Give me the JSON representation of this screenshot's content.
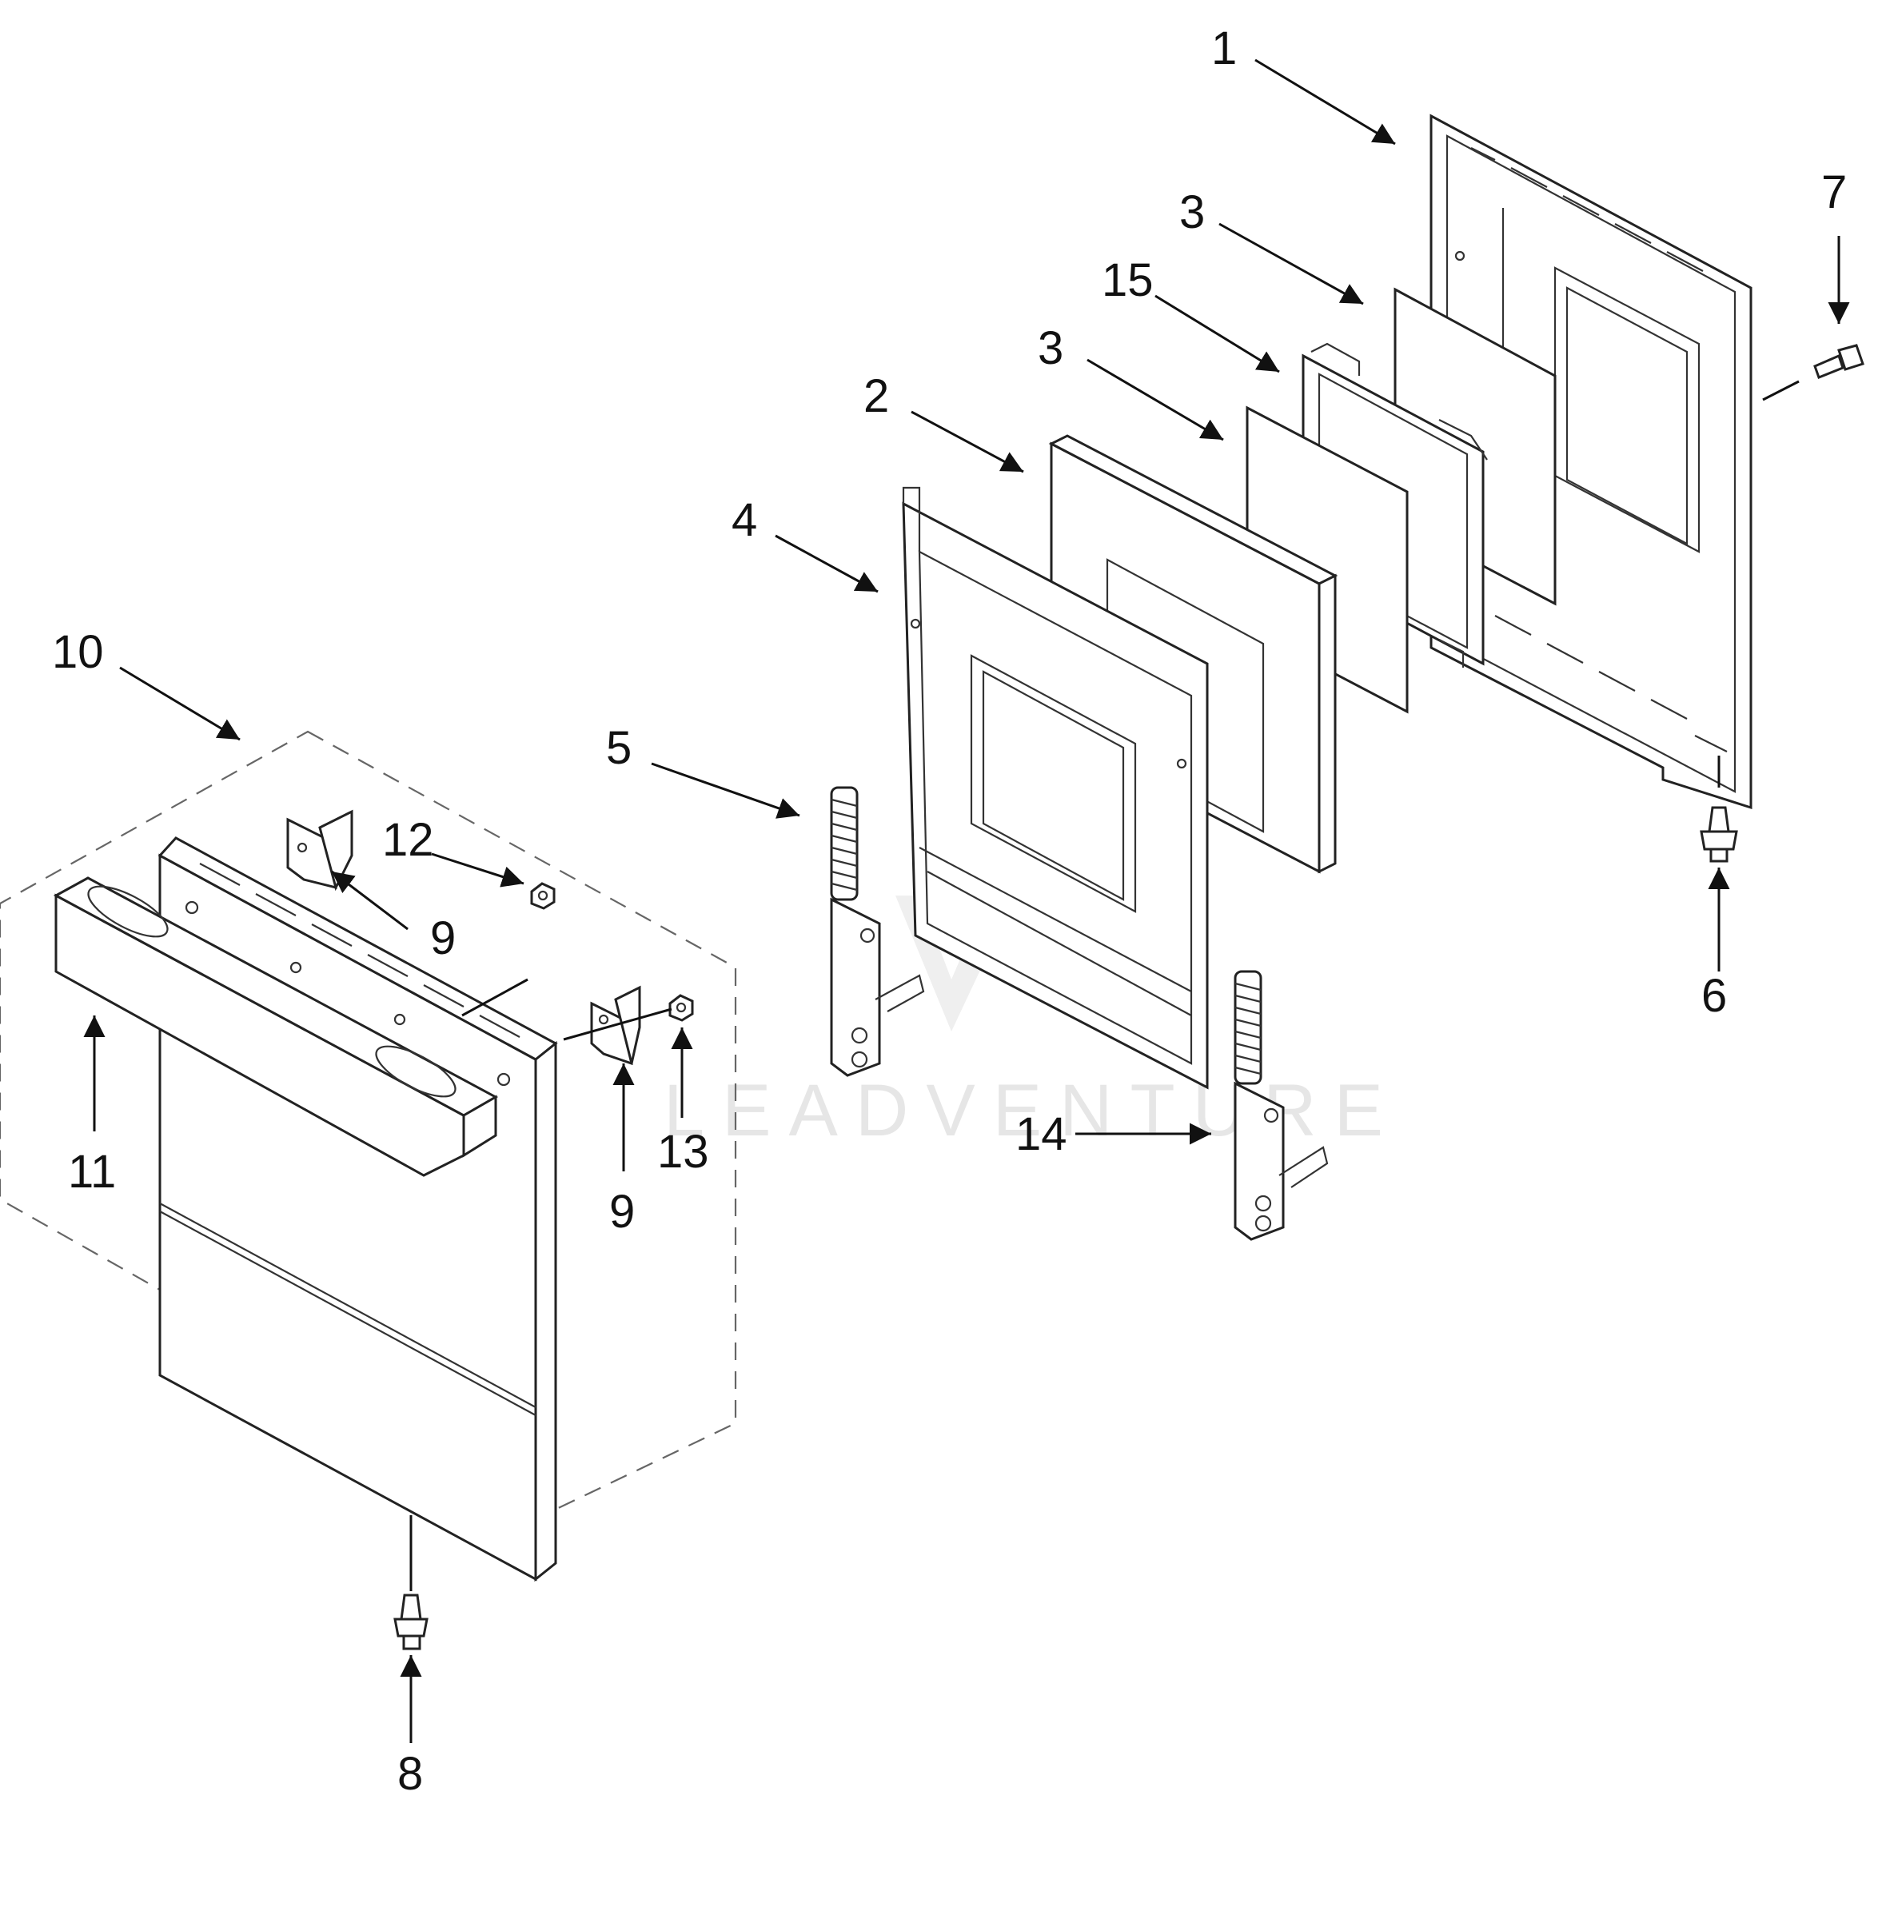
{
  "watermark": {
    "text": "LEADVENTURE"
  },
  "callouts": [
    {
      "id": "c1",
      "label": "1"
    },
    {
      "id": "c2",
      "label": "2"
    },
    {
      "id": "c3a",
      "label": "3"
    },
    {
      "id": "c3b",
      "label": "3"
    },
    {
      "id": "c4",
      "label": "4"
    },
    {
      "id": "c5",
      "label": "5"
    },
    {
      "id": "c6",
      "label": "6"
    },
    {
      "id": "c7",
      "label": "7"
    },
    {
      "id": "c8",
      "label": "8"
    },
    {
      "id": "c9a",
      "label": "9"
    },
    {
      "id": "c9b",
      "label": "9"
    },
    {
      "id": "c10",
      "label": "10"
    },
    {
      "id": "c11",
      "label": "11"
    },
    {
      "id": "c12",
      "label": "12"
    },
    {
      "id": "c13",
      "label": "13"
    },
    {
      "id": "c14",
      "label": "14"
    },
    {
      "id": "c15",
      "label": "15"
    }
  ]
}
